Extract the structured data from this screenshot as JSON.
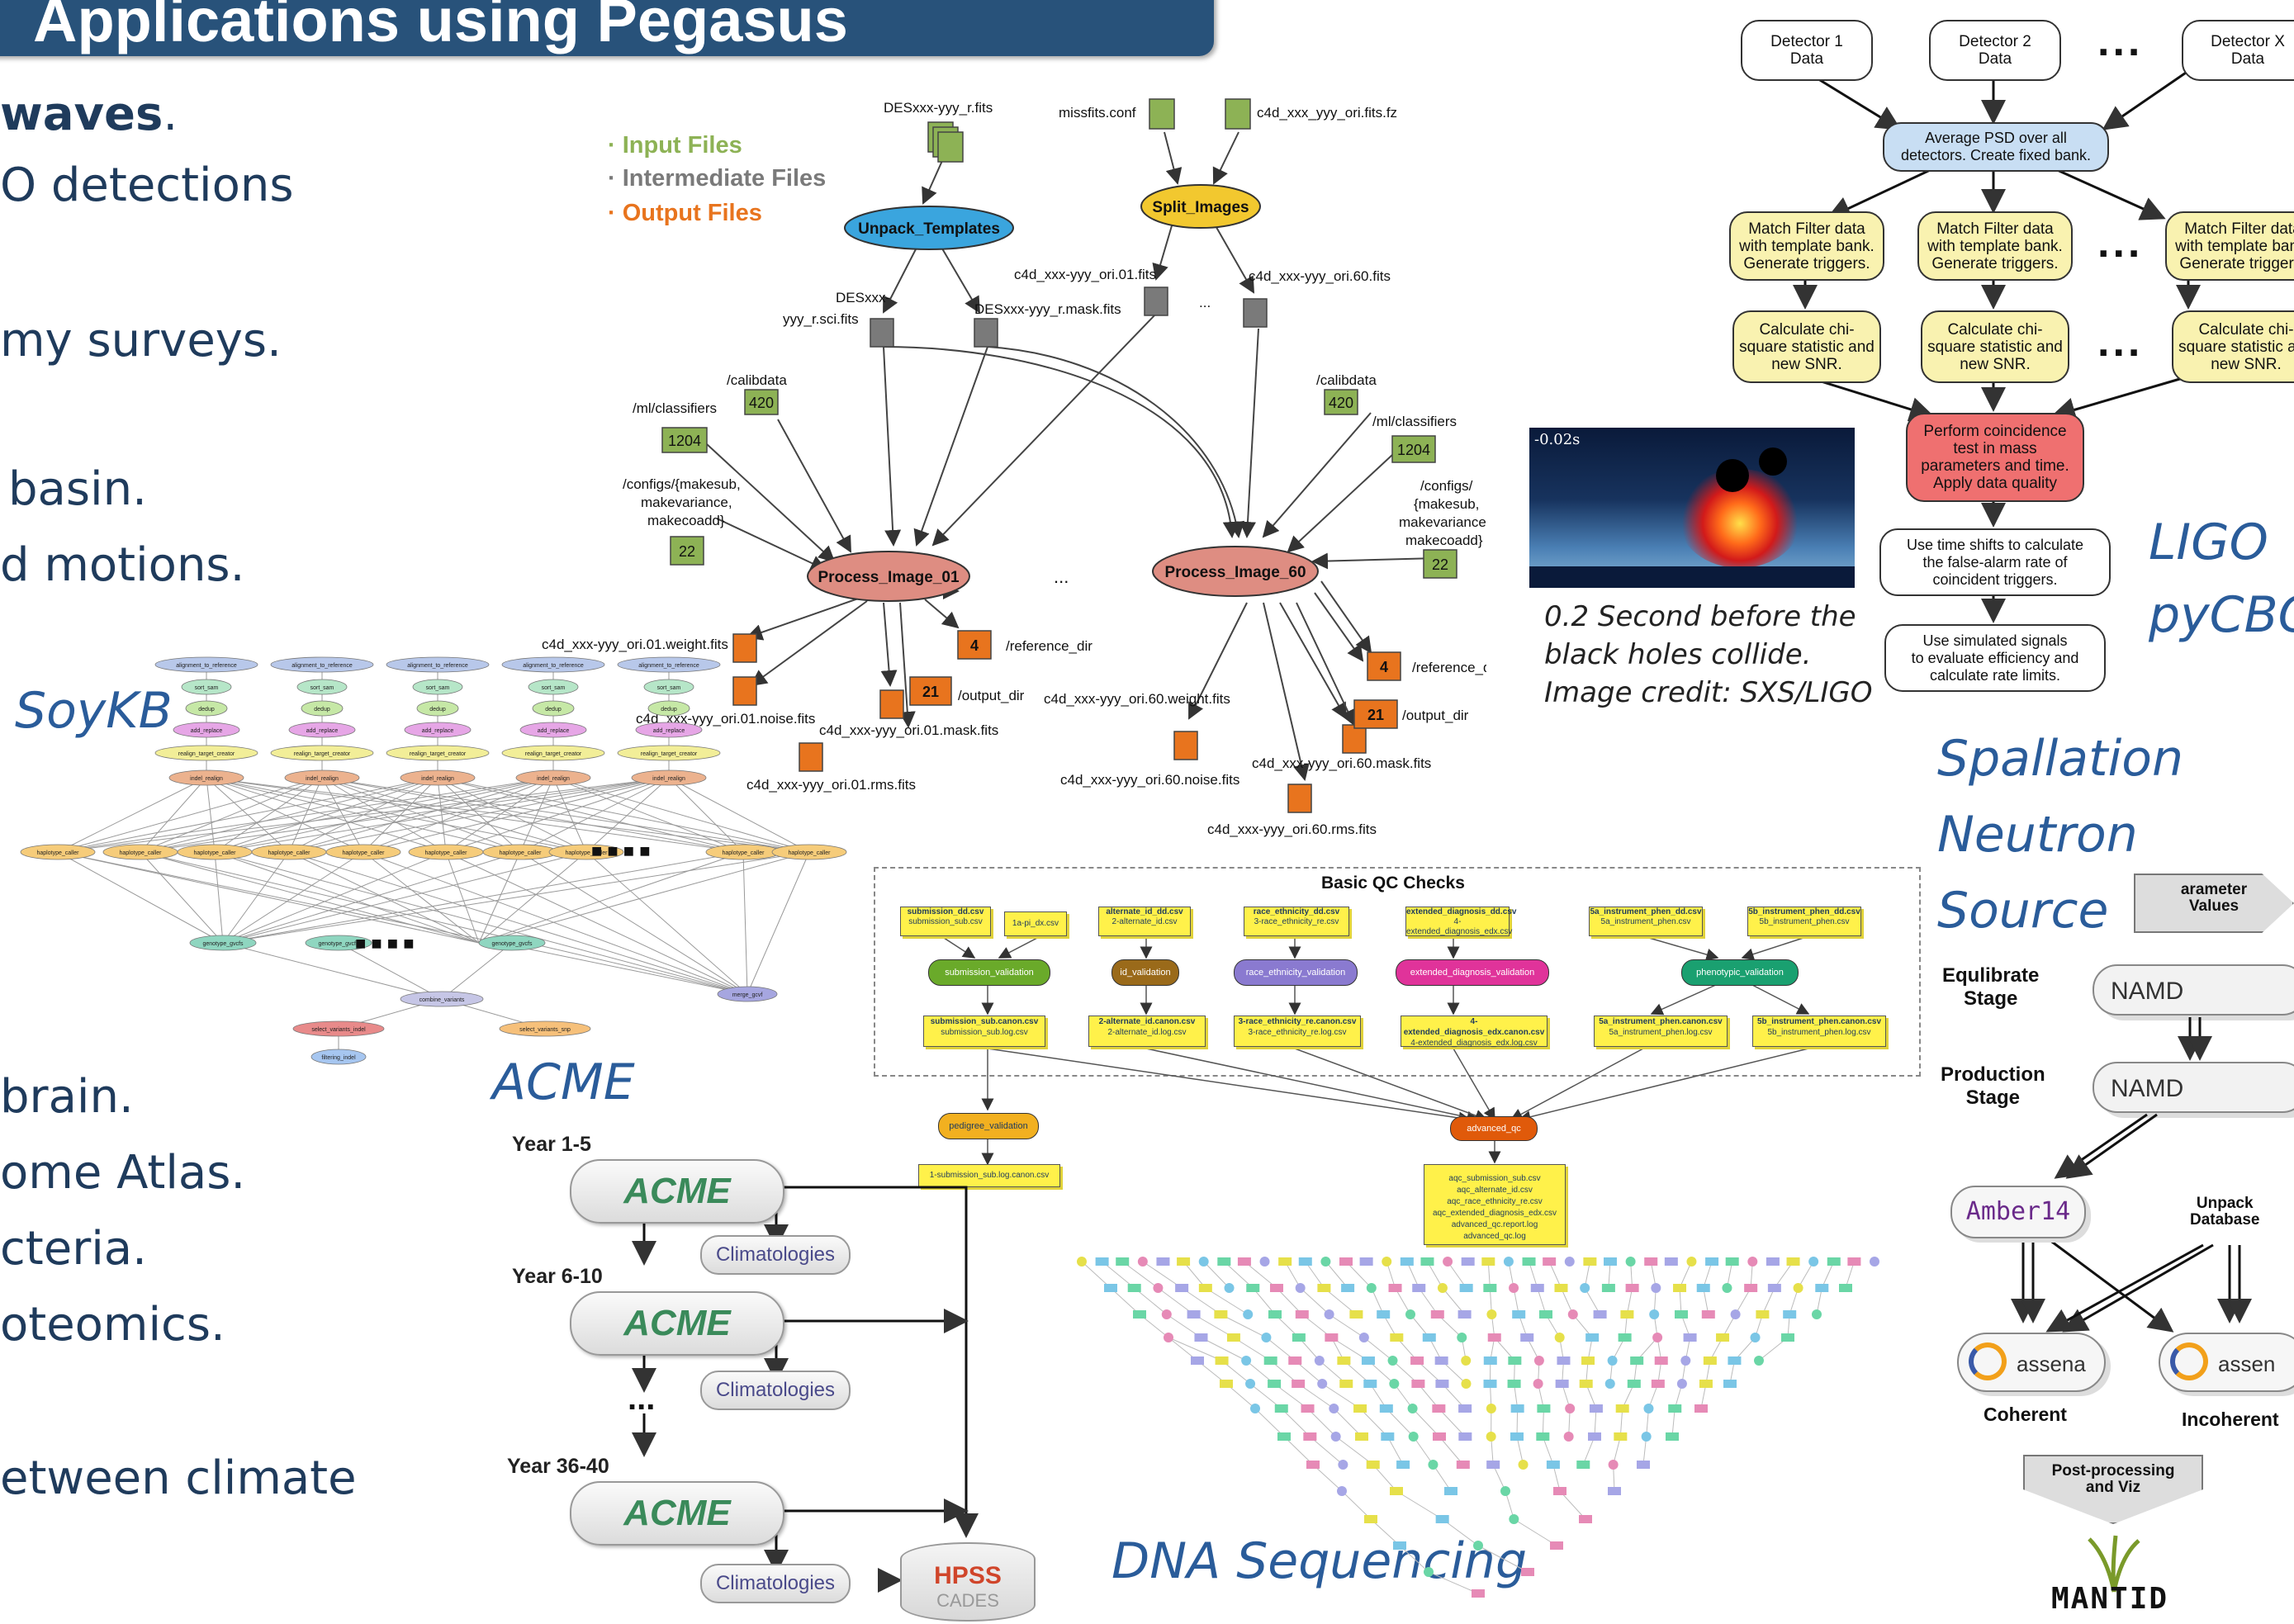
{
  "header": {
    "title": "Applications using Pegasus"
  },
  "bullets": [
    {
      "text": "waves",
      "bold": true,
      "suffix": "."
    },
    {
      "text": "O detections"
    },
    {
      "text": "my surveys."
    },
    {
      "text": "basin."
    },
    {
      "text": "d motions."
    },
    {
      "text": "brain."
    },
    {
      "text": "ome Atlas."
    },
    {
      "text": "cteria."
    },
    {
      "text": "oteomics."
    },
    {
      "text": "etween climate"
    }
  ],
  "labels": {
    "soykb": "SoyKB",
    "acme": "ACME",
    "ligo": "LIGO",
    "pycbc": "pyCBC",
    "sns": [
      "Spallation",
      "Neutron",
      "Source"
    ],
    "dna": "DNA Sequencing"
  },
  "legend": {
    "input": "· Input Files",
    "intermediate": "· Intermediate Files",
    "output": "· Output Files",
    "colors": {
      "input": "#8db255",
      "intermediate": "#7a7a7a",
      "output": "#e8741e"
    }
  },
  "des": {
    "files": {
      "template": "DESxxx-yyy_r.fits",
      "missfits": "missfits.conf",
      "fz": "c4d_xxx_yyy_ori.fits.fz",
      "sci": "DESxxx-\nyyy_r.sci.fits",
      "mask": "DESxxx-yyy_r.mask.fits",
      "ori01": "c4d_xxx-yyy_ori.01.fits",
      "ori60": "c4d_xxx-yyy_ori.60.fits",
      "calib1": "/calibdata",
      "ml1": "/ml/classifiers",
      "configs1": "/configs/{makesub,\nmakevariance,\nmakecoadd}",
      "calib2": "/calibdata",
      "ml2": "/ml/classifiers",
      "configs2": "/configs/\n{makesub,\nmakevariance,\nmakecoadd}",
      "w01": "c4d_xxx-yyy_ori.01.weight.fits",
      "n01": "c4d_xxx-yyy_ori.01.noise.fits",
      "m01": "c4d_xxx-yyy_ori.01.mask.fits",
      "r01": "c4d_xxx-yyy_ori.01.rms.fits",
      "ref1": "/reference_dir",
      "out1": "/output_dir",
      "w60": "c4d_xxx-yyy_ori.60.weight.fits",
      "n60": "c4d_xxx-yyy_ori.60.noise.fits",
      "m60": "c4d_xxx-yyy_ori.60.mask.fits",
      "r60": "c4d_xxx-yyy_ori.60.rms.fits",
      "ref2": "/reference_dir",
      "out2": "/output_dir"
    },
    "counts": {
      "c420": "420",
      "c1204": "1204",
      "c22": "22",
      "c4": "4",
      "c21": "21"
    },
    "jobs": {
      "unpack": "Unpack_Templates",
      "split": "Split_Images",
      "p01": "Process_Image_01",
      "p60": "Process_Image_60"
    },
    "ellipsis": "...",
    "ellipsis2": "..."
  },
  "ligo": {
    "det1": "Detector 1\nData",
    "det2": "Detector 2\nData",
    "detx": "Detector X\nData",
    "psd": "Average PSD over all\ndetectors. Create fixed bank.",
    "match": "Match Filter data\nwith template bank.\nGenerate triggers.",
    "chi": "Calculate chi-\nsquare statistic and\nnew SNR.",
    "coinc": "Perform coincidence\ntest in mass\nparameters and time.\nApply data quality",
    "timeshift": "Use time shifts to calculate\nthe false-alarm rate of\ncoincident triggers.",
    "simulated": "Use simulated signals\nto evaluate efficiency and\ncalculate rate limits.",
    "ellipsis": "..."
  },
  "blackhole": {
    "timer": "-0.02s",
    "caption": [
      "0.2 Second before the",
      "black holes collide.",
      "Image credit: SXS/LIGO"
    ]
  },
  "qc": {
    "title": "Basic QC Checks",
    "groups": [
      {
        "in1": "submission_dd.csv",
        "in1b": "submission_sub.csv",
        "in2": "1a-pi_dx.csv",
        "job": "submission_validation",
        "out": "submission_sub.canon.csv",
        "outb": "submission_sub.log.csv",
        "color": "#6aaa2a"
      },
      {
        "in1": "alternate_id_dd.csv",
        "in1b": "2-alternate_id.csv",
        "job": "id_validation",
        "out": "2-alternate_id.canon.csv",
        "outb": "2-alternate_id.log.csv",
        "color": "#9a6a1a"
      },
      {
        "in1": "race_ethnicity_dd.csv",
        "in1b": "3-race_ethnicity_re.csv",
        "job": "race_ethnicity_validation",
        "out": "3-race_ethnicity_re.canon.csv",
        "outb": "3-race_ethnicity_re.log.csv",
        "color": "#8a7ad0"
      },
      {
        "in1": "extended_diagnosis_dd.csv",
        "in1b": "4-extended_diagnosis_edx.csv",
        "job": "extended_diagnosis_validation",
        "out": "4-extended_diagnosis_edx.canon.csv",
        "outb": "4-extended_diagnosis_edx.log.csv",
        "color": "#e0339a"
      },
      {
        "in1": "5a_instrument_phen_dd.csv",
        "in1b": "5a_instrument_phen.csv",
        "in2": "5b_instrument_phen_dd.csv",
        "in2b": "5b_instrument_phen.csv",
        "job": "phenotypic_validation",
        "out": "5a_instrument_phen.canon.csv",
        "outb": "5a_instrument_phen.log.csv",
        "out2": "5b_instrument_phen.canon.csv",
        "out2b": "5b_instrument_phen.log.csv",
        "color": "#1aa070"
      }
    ],
    "pedigree": "pedigree_validation",
    "pedigree_out": "1-submission_sub.log.canon.csv",
    "advanced": "advanced_qc",
    "advanced_out": [
      "aqc_submission_sub.csv",
      "aqc_alternate_id.csv",
      "aqc_race_ethnicity_re.csv",
      "aqc_extended_diagnosis_edx.csv",
      "advanced_qc.report.log",
      "advanced_qc.log"
    ]
  },
  "soykb": {
    "align": [
      "alignment_to_reference",
      "alignment_to_reference",
      "alignment_to_reference",
      "alignment_to_reference",
      "alignment_to_reference"
    ],
    "sort": "sort_sam",
    "dedup": "dedup",
    "add": "add_replace",
    "realign": "realign_target_creator",
    "indel": "indel_realign",
    "haplo": "haplotype_caller",
    "genotype": "genotype_gvcfs",
    "combine": "combine_variants",
    "merge": "merge_gcvf",
    "select_indel": "select_variants_indel",
    "select_snp": "select_variants_snp",
    "filter_indel": "filtering_indel",
    "dots": "■ ■ ■ ■"
  },
  "acme": {
    "years": [
      "Year 1-5",
      "Year 6-10",
      "Year 36-40"
    ],
    "logo": "ACME",
    "clim": "Climatologies",
    "hpss": "HPSS",
    "cades": "CADES",
    "dots": "..."
  },
  "sns": {
    "param": "arameter\nValues",
    "equil": "Equlibrate\nStage",
    "prod": "Production\nStage",
    "namd": "NAMD",
    "amber": "Amber14",
    "unpack": "Unpack\nDatabase",
    "sassena": "assena",
    "sassena2": "assen",
    "coherent": "Coherent",
    "incoherent": "Incoherent",
    "post": "Post-processing\nand Viz",
    "mantid": "MANTID"
  }
}
